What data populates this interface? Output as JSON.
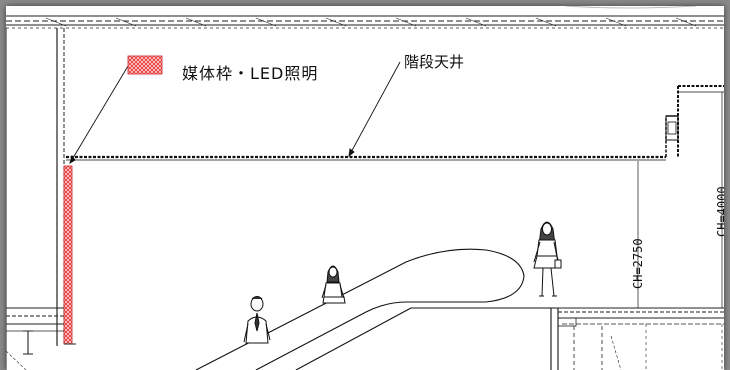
{
  "legend": {
    "swatch_color": "#e83b3b",
    "text": "媒体枠・LED照明"
  },
  "annotations": {
    "stair_ceiling": "階段天井"
  },
  "dimensions": {
    "ch_lower": "CH=2750",
    "ch_upper": "CH=4000"
  },
  "figures": [
    {
      "name": "man-in-suit-figure"
    },
    {
      "name": "woman-on-escalator-figure"
    },
    {
      "name": "woman-walking-figure"
    }
  ]
}
